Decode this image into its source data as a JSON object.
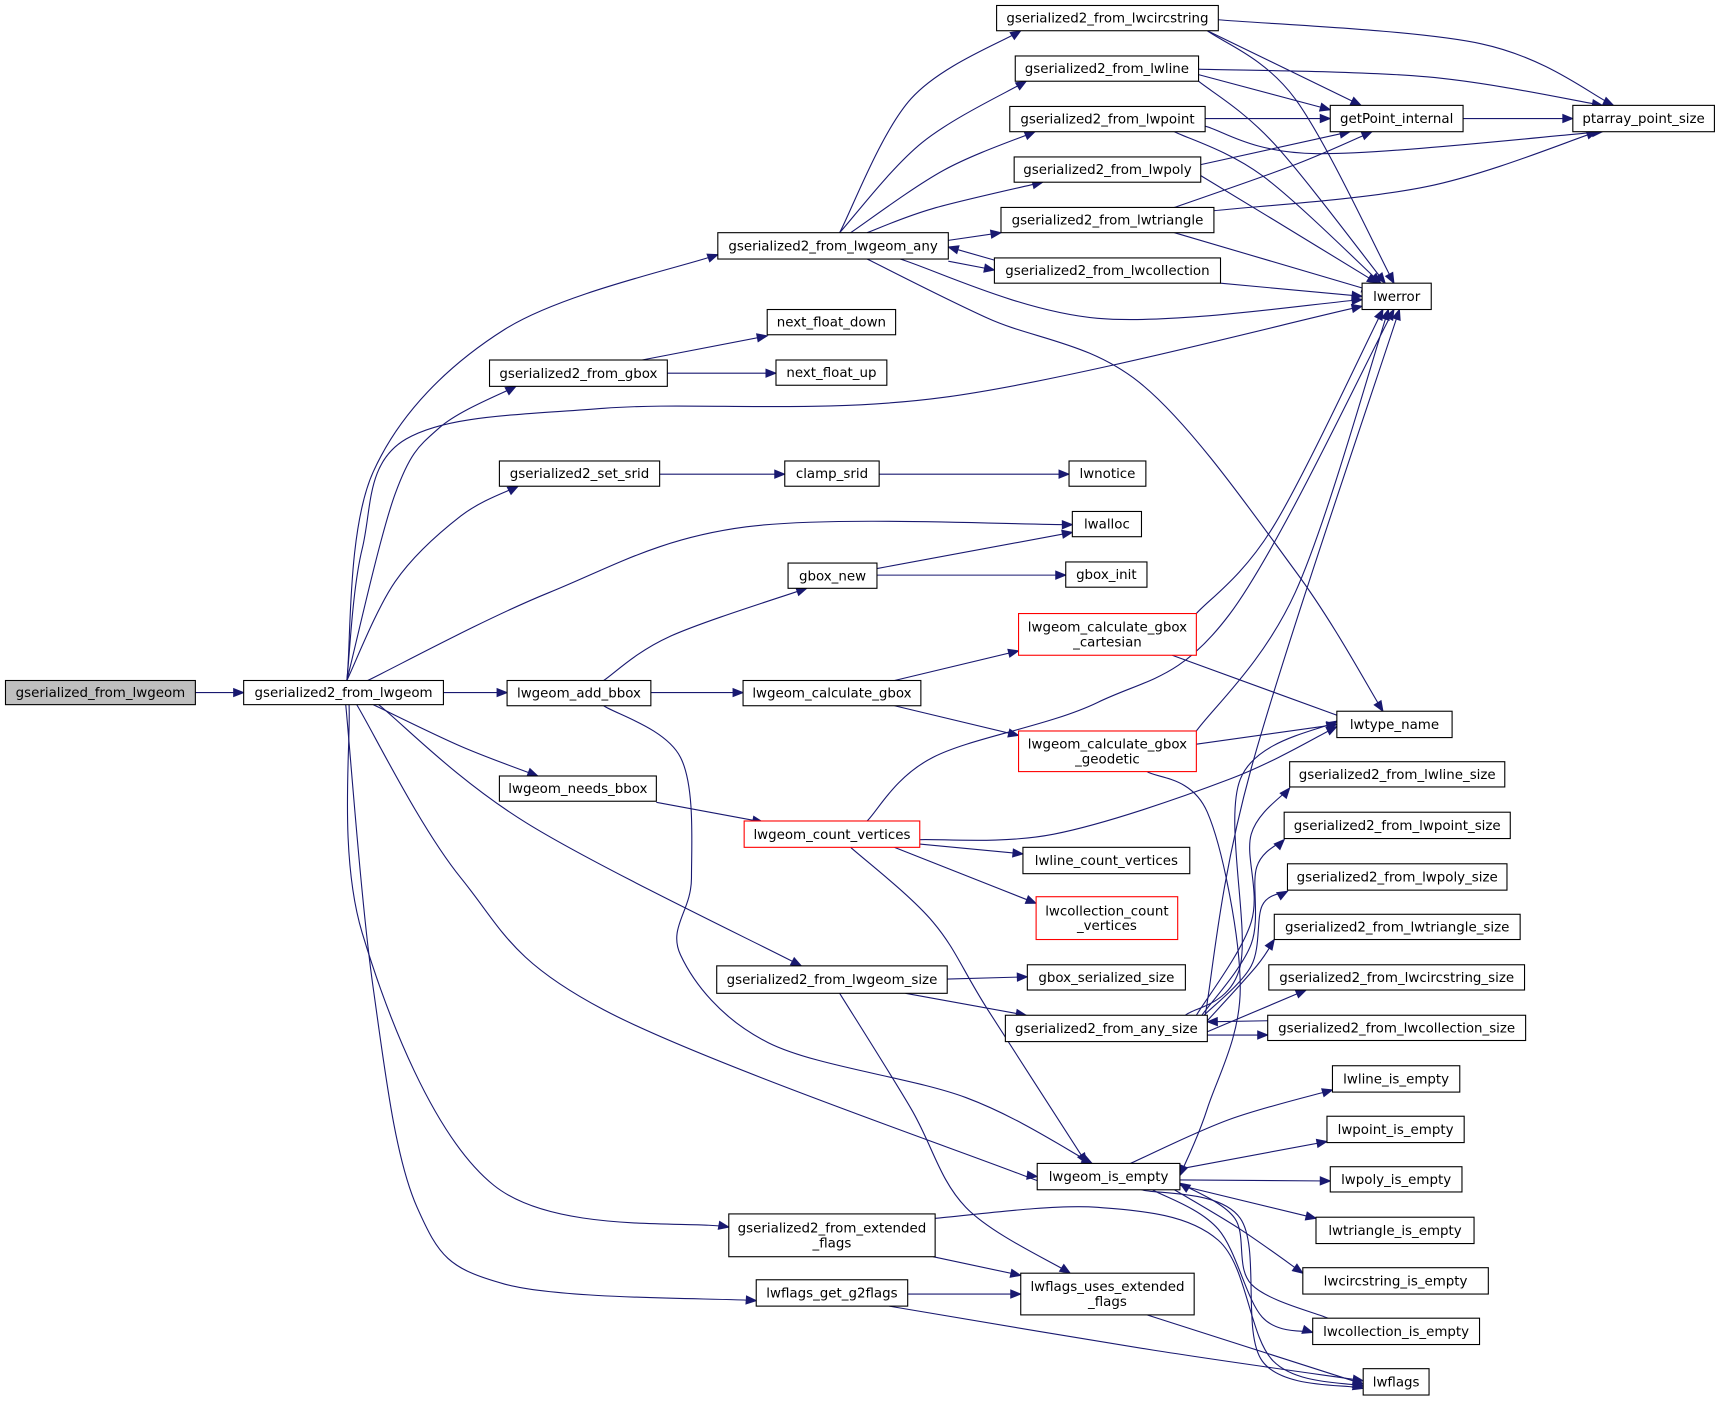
{
  "diagram": {
    "type": "call-graph",
    "colors": {
      "edge": "#191970",
      "highlight_border": "#ff0000",
      "root_fill": "#bfbfbf"
    },
    "nodes": [
      {
        "id": "root",
        "label": "gserialized_from_lwgeom",
        "style": "root"
      },
      {
        "id": "g2_from_lwgeom",
        "label": "gserialized2_from_lwgeom"
      },
      {
        "id": "g2_from_lwgeom_any",
        "label": "gserialized2_from_lwgeom_any"
      },
      {
        "id": "g2_from_gbox",
        "label": "gserialized2_from_gbox"
      },
      {
        "id": "g2_set_srid",
        "label": "gserialized2_set_srid"
      },
      {
        "id": "lwgeom_add_bbox",
        "label": "lwgeom_add_bbox"
      },
      {
        "id": "lwgeom_needs_bbox",
        "label": "lwgeom_needs_bbox"
      },
      {
        "id": "g2_from_lwgeom_size",
        "label": "gserialized2_from_lwgeom_size"
      },
      {
        "id": "g2_from_extended_flags",
        "label": "gserialized2_from_extended\n_flags"
      },
      {
        "id": "lwflags_get_g2flags",
        "label": "lwflags_get_g2flags"
      },
      {
        "id": "next_float_down",
        "label": "next_float_down"
      },
      {
        "id": "next_float_up",
        "label": "next_float_up"
      },
      {
        "id": "clamp_srid",
        "label": "clamp_srid"
      },
      {
        "id": "gbox_new",
        "label": "gbox_new"
      },
      {
        "id": "lwgeom_calculate_gbox",
        "label": "lwgeom_calculate_gbox"
      },
      {
        "id": "lwgeom_count_vertices",
        "label": "lwgeom_count_vertices",
        "style": "red"
      },
      {
        "id": "g2_from_lwcircstring",
        "label": "gserialized2_from_lwcircstring"
      },
      {
        "id": "g2_from_lwline",
        "label": "gserialized2_from_lwline"
      },
      {
        "id": "g2_from_lwpoint",
        "label": "gserialized2_from_lwpoint"
      },
      {
        "id": "g2_from_lwpoly",
        "label": "gserialized2_from_lwpoly"
      },
      {
        "id": "g2_from_lwtriangle",
        "label": "gserialized2_from_lwtriangle"
      },
      {
        "id": "g2_from_lwcollection",
        "label": "gserialized2_from_lwcollection"
      },
      {
        "id": "lwnotice",
        "label": "lwnotice"
      },
      {
        "id": "lwalloc",
        "label": "lwalloc"
      },
      {
        "id": "gbox_init",
        "label": "gbox_init"
      },
      {
        "id": "calc_gbox_cartesian",
        "label": "lwgeom_calculate_gbox\n_cartesian",
        "style": "red"
      },
      {
        "id": "calc_gbox_geodetic",
        "label": "lwgeom_calculate_gbox\n_geodetic",
        "style": "red"
      },
      {
        "id": "lwline_count_vertices",
        "label": "lwline_count_vertices"
      },
      {
        "id": "lwcollection_count_vertices",
        "label": "lwcollection_count\n_vertices",
        "style": "red"
      },
      {
        "id": "gbox_serialized_size",
        "label": "gbox_serialized_size"
      },
      {
        "id": "g2_from_any_size",
        "label": "gserialized2_from_any_size"
      },
      {
        "id": "lwgeom_is_empty",
        "label": "lwgeom_is_empty"
      },
      {
        "id": "lwflags_uses_extended_flags",
        "label": "lwflags_uses_extended\n_flags"
      },
      {
        "id": "getPoint_internal",
        "label": "getPoint_internal"
      },
      {
        "id": "lwerror",
        "label": "lwerror"
      },
      {
        "id": "lwtype_name",
        "label": "lwtype_name"
      },
      {
        "id": "g2_from_lwline_size",
        "label": "gserialized2_from_lwline_size"
      },
      {
        "id": "g2_from_lwpoint_size",
        "label": "gserialized2_from_lwpoint_size"
      },
      {
        "id": "g2_from_lwpoly_size",
        "label": "gserialized2_from_lwpoly_size"
      },
      {
        "id": "g2_from_lwtriangle_size",
        "label": "gserialized2_from_lwtriangle_size"
      },
      {
        "id": "g2_from_lwcircstring_size",
        "label": "gserialized2_from_lwcircstring_size"
      },
      {
        "id": "g2_from_lwcollection_size",
        "label": "gserialized2_from_lwcollection_size"
      },
      {
        "id": "lwline_is_empty",
        "label": "lwline_is_empty"
      },
      {
        "id": "lwpoint_is_empty",
        "label": "lwpoint_is_empty"
      },
      {
        "id": "lwpoly_is_empty",
        "label": "lwpoly_is_empty"
      },
      {
        "id": "lwtriangle_is_empty",
        "label": "lwtriangle_is_empty"
      },
      {
        "id": "lwcircstring_is_empty",
        "label": "lwcircstring_is_empty"
      },
      {
        "id": "lwcollection_is_empty",
        "label": "lwcollection_is_empty"
      },
      {
        "id": "lwflags",
        "label": "lwflags"
      },
      {
        "id": "ptarray_point_size",
        "label": "ptarray_point_size"
      }
    ],
    "edges": [
      [
        "root",
        "g2_from_lwgeom"
      ],
      [
        "g2_from_lwgeom",
        "g2_from_lwgeom_any"
      ],
      [
        "g2_from_lwgeom",
        "g2_from_gbox"
      ],
      [
        "g2_from_lwgeom",
        "lwerror"
      ],
      [
        "g2_from_lwgeom",
        "g2_set_srid"
      ],
      [
        "g2_from_lwgeom",
        "lwalloc"
      ],
      [
        "g2_from_lwgeom",
        "lwgeom_add_bbox"
      ],
      [
        "g2_from_lwgeom",
        "lwgeom_needs_bbox"
      ],
      [
        "g2_from_lwgeom",
        "g2_from_lwgeom_size"
      ],
      [
        "g2_from_lwgeom",
        "lwgeom_is_empty"
      ],
      [
        "g2_from_lwgeom",
        "g2_from_extended_flags"
      ],
      [
        "g2_from_lwgeom",
        "lwflags_get_g2flags"
      ],
      [
        "g2_from_lwgeom_any",
        "g2_from_lwcircstring"
      ],
      [
        "g2_from_lwgeom_any",
        "g2_from_lwline"
      ],
      [
        "g2_from_lwgeom_any",
        "g2_from_lwpoint"
      ],
      [
        "g2_from_lwgeom_any",
        "g2_from_lwpoly"
      ],
      [
        "g2_from_lwgeom_any",
        "g2_from_lwtriangle"
      ],
      [
        "g2_from_lwgeom_any",
        "g2_from_lwcollection"
      ],
      [
        "g2_from_lwgeom_any",
        "lwerror"
      ],
      [
        "g2_from_lwgeom_any",
        "lwtype_name"
      ],
      [
        "g2_from_lwcollection",
        "g2_from_lwgeom_any"
      ],
      [
        "g2_from_gbox",
        "next_float_down"
      ],
      [
        "g2_from_gbox",
        "next_float_up"
      ],
      [
        "g2_set_srid",
        "clamp_srid"
      ],
      [
        "clamp_srid",
        "lwnotice"
      ],
      [
        "lwgeom_add_bbox",
        "gbox_new"
      ],
      [
        "lwgeom_add_bbox",
        "lwgeom_calculate_gbox"
      ],
      [
        "lwgeom_add_bbox",
        "lwgeom_is_empty"
      ],
      [
        "gbox_new",
        "lwalloc"
      ],
      [
        "gbox_new",
        "gbox_init"
      ],
      [
        "lwgeom_calculate_gbox",
        "calc_gbox_cartesian"
      ],
      [
        "lwgeom_calculate_gbox",
        "calc_gbox_geodetic"
      ],
      [
        "calc_gbox_cartesian",
        "lwerror"
      ],
      [
        "calc_gbox_cartesian",
        "lwtype_name"
      ],
      [
        "calc_gbox_geodetic",
        "lwerror"
      ],
      [
        "calc_gbox_geodetic",
        "lwtype_name"
      ],
      [
        "calc_gbox_geodetic",
        "lwgeom_is_empty"
      ],
      [
        "lwgeom_needs_bbox",
        "lwgeom_count_vertices"
      ],
      [
        "lwgeom_count_vertices",
        "lwerror"
      ],
      [
        "lwgeom_count_vertices",
        "lwtype_name"
      ],
      [
        "lwgeom_count_vertices",
        "lwline_count_vertices"
      ],
      [
        "lwgeom_count_vertices",
        "lwcollection_count_vertices"
      ],
      [
        "lwgeom_count_vertices",
        "lwgeom_is_empty"
      ],
      [
        "g2_from_lwgeom_size",
        "gbox_serialized_size"
      ],
      [
        "g2_from_lwgeom_size",
        "g2_from_any_size"
      ],
      [
        "g2_from_lwgeom_size",
        "lwflags_uses_extended_flags"
      ],
      [
        "g2_from_any_size",
        "lwerror"
      ],
      [
        "g2_from_any_size",
        "lwtype_name"
      ],
      [
        "g2_from_any_size",
        "g2_from_lwline_size"
      ],
      [
        "g2_from_any_size",
        "g2_from_lwpoint_size"
      ],
      [
        "g2_from_any_size",
        "g2_from_lwpoly_size"
      ],
      [
        "g2_from_any_size",
        "g2_from_lwtriangle_size"
      ],
      [
        "g2_from_any_size",
        "g2_from_lwcircstring_size"
      ],
      [
        "g2_from_any_size",
        "g2_from_lwcollection_size"
      ],
      [
        "g2_from_lwcollection_size",
        "g2_from_any_size"
      ],
      [
        "g2_from_lwcircstring",
        "getPoint_internal"
      ],
      [
        "g2_from_lwcircstring",
        "ptarray_point_size"
      ],
      [
        "g2_from_lwcircstring",
        "lwerror"
      ],
      [
        "g2_from_lwline",
        "getPoint_internal"
      ],
      [
        "g2_from_lwline",
        "ptarray_point_size"
      ],
      [
        "g2_from_lwline",
        "lwerror"
      ],
      [
        "g2_from_lwpoint",
        "getPoint_internal"
      ],
      [
        "g2_from_lwpoint",
        "ptarray_point_size"
      ],
      [
        "g2_from_lwpoint",
        "lwerror"
      ],
      [
        "g2_from_lwpoly",
        "getPoint_internal"
      ],
      [
        "g2_from_lwpoly",
        "lwerror"
      ],
      [
        "g2_from_lwtriangle",
        "getPoint_internal"
      ],
      [
        "g2_from_lwtriangle",
        "ptarray_point_size"
      ],
      [
        "g2_from_lwtriangle",
        "lwerror"
      ],
      [
        "g2_from_lwcollection",
        "lwerror"
      ],
      [
        "getPoint_internal",
        "ptarray_point_size"
      ],
      [
        "lwgeom_is_empty",
        "lwline_is_empty"
      ],
      [
        "lwgeom_is_empty",
        "lwpoint_is_empty"
      ],
      [
        "lwgeom_is_empty",
        "lwpoly_is_empty"
      ],
      [
        "lwgeom_is_empty",
        "lwtriangle_is_empty"
      ],
      [
        "lwgeom_is_empty",
        "lwcircstring_is_empty"
      ],
      [
        "lwgeom_is_empty",
        "lwcollection_is_empty"
      ],
      [
        "lwgeom_is_empty",
        "lwflags"
      ],
      [
        "lwcollection_is_empty",
        "lwgeom_is_empty"
      ],
      [
        "g2_from_extended_flags",
        "lwflags_uses_extended_flags"
      ],
      [
        "g2_from_extended_flags",
        "lwflags"
      ],
      [
        "lwflags_get_g2flags",
        "lwflags_uses_extended_flags"
      ],
      [
        "lwflags_get_g2flags",
        "lwflags"
      ],
      [
        "lwflags_uses_extended_flags",
        "lwflags"
      ]
    ]
  }
}
